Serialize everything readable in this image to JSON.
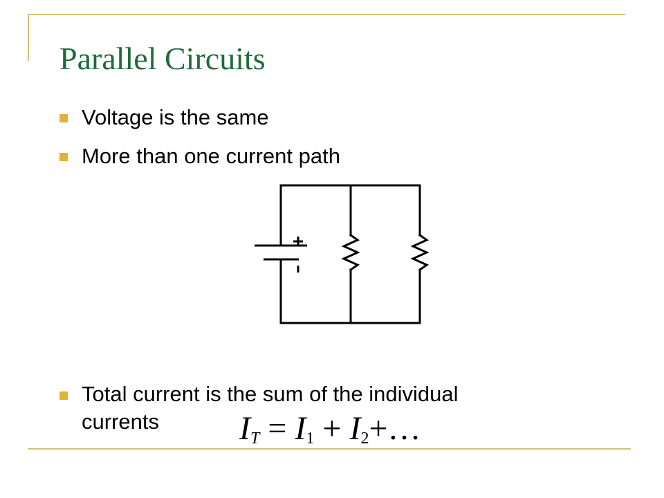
{
  "slide": {
    "title": "Parallel Circuits",
    "bullets": [
      "Voltage is the same",
      "More than one current path",
      "Total current is the sum of the individual currents"
    ],
    "bullet3_line1": "Total current is the sum of the individual",
    "bullet3_line2": "currents"
  },
  "diagram": {
    "battery_plus": "+",
    "battery_minus": "-"
  },
  "formula": {
    "I": "I",
    "sub_T": "T",
    "equals": " = ",
    "sub_1": "1",
    "plus": " + ",
    "sub_2": "2",
    "ellipsis": "+…"
  },
  "colors": {
    "title": "#1f6b3a",
    "bullet": "#e2b233",
    "frame": "#d4c07a"
  }
}
